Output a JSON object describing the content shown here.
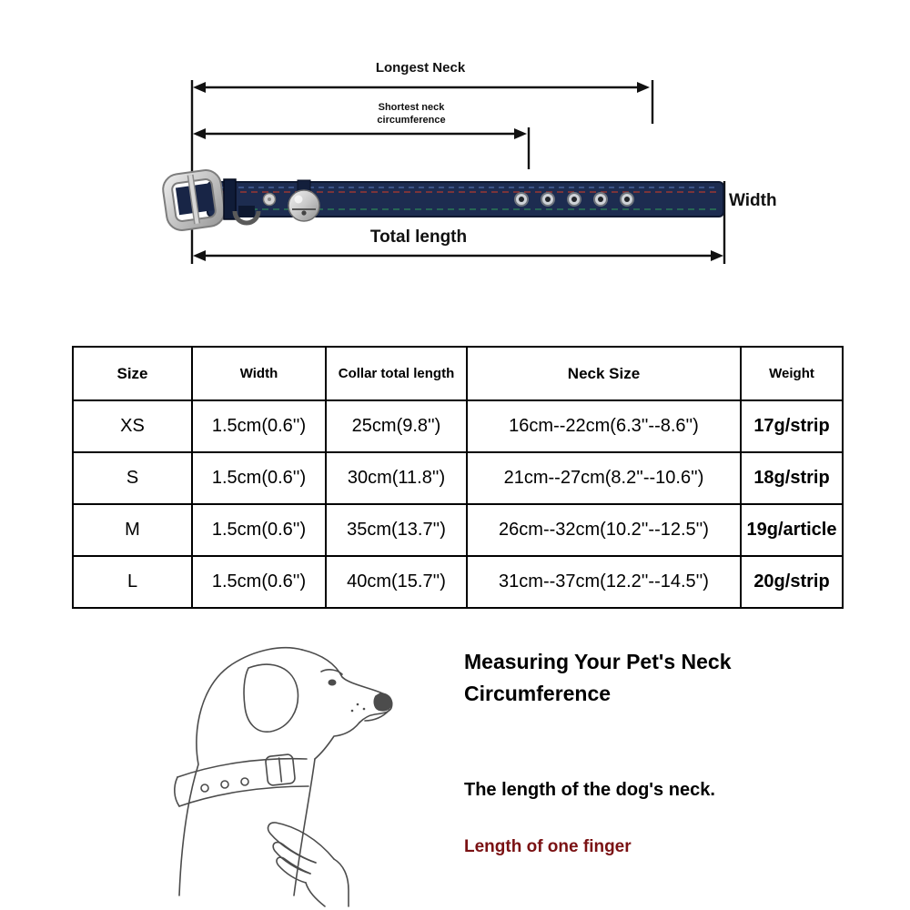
{
  "colors": {
    "collar_navy": "#1d2c50",
    "accent_maroon": "#7a1113"
  },
  "diagram": {
    "longest_neck_label": "Longest Neck",
    "shortest_neck_label": "Shortest neck circumference",
    "width_label": "Width",
    "total_length_label": "Total length"
  },
  "table": {
    "headers": [
      "Size",
      "Width",
      "Collar total length",
      "Neck Size",
      "Weight"
    ],
    "rows": [
      [
        "XS",
        "1.5cm(0.6'')",
        "25cm(9.8'')",
        "16cm--22cm(6.3''--8.6'')",
        "17g/strip"
      ],
      [
        "S",
        "1.5cm(0.6'')",
        "30cm(11.8'')",
        "21cm--27cm(8.2''--10.6'')",
        "18g/strip"
      ],
      [
        "M",
        "1.5cm(0.6'')",
        "35cm(13.7'')",
        "26cm--32cm(10.2''--12.5'')",
        "19g/article"
      ],
      [
        "L",
        "1.5cm(0.6'')",
        "40cm(15.7'')",
        "31cm--37cm(12.2''--14.5'')",
        "20g/strip"
      ]
    ]
  },
  "measuring": {
    "title": "Measuring Your Pet's Neck Circumference",
    "line1": "The length of the dog's neck.",
    "line2": "Length of one finger"
  }
}
